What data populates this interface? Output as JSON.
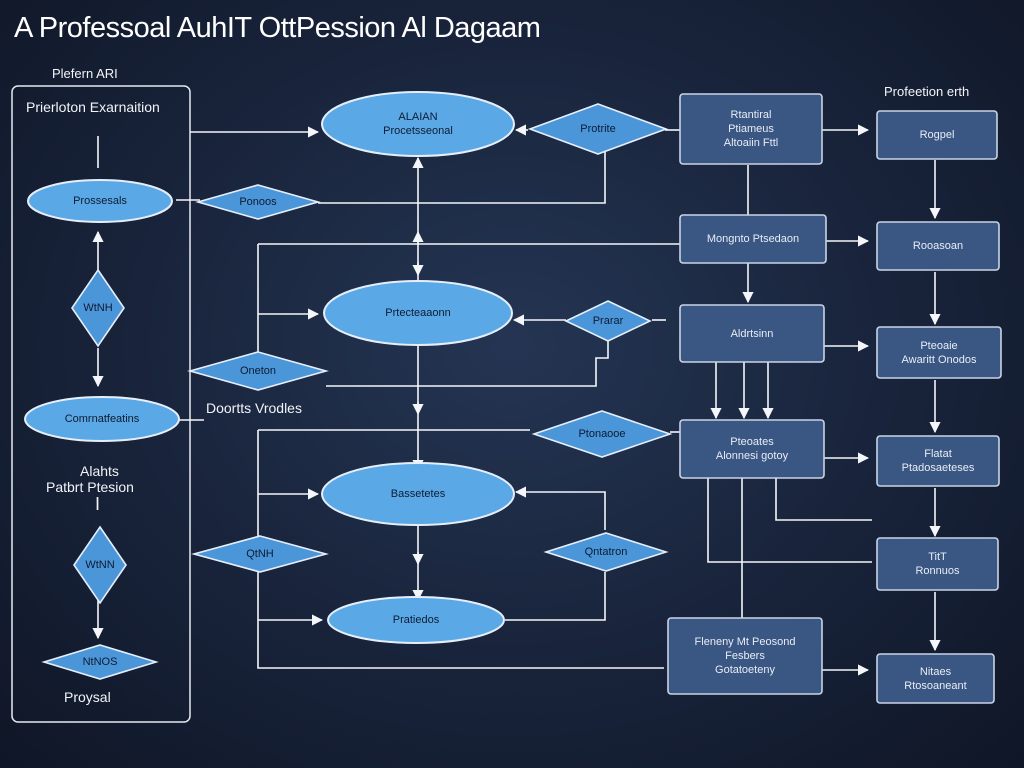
{
  "title": "A Professoal AuhIT OttPession Al Dagaam",
  "labels": {
    "left_panel_top": "Plefern ARI",
    "left_panel_header": "Prierloton Exarnaition",
    "right_top": "Profeetion erth",
    "middle": "Doortts Vrodles",
    "left_middle_a": "Alahts",
    "left_middle_b": "Patbrt Ptesion",
    "left_middle_c": "I",
    "left_bottom": "Proysal"
  },
  "ellipses": [
    {
      "id": "e-left-1",
      "text": "Prossesals"
    },
    {
      "id": "e-left-2",
      "text": "Comrnatfeatins"
    },
    {
      "id": "e-top",
      "text": "ALAIAN\nProcetsseonal"
    },
    {
      "id": "e-mid",
      "text": "Prtecteaaonn"
    },
    {
      "id": "e-low",
      "text": "Bassetetes"
    },
    {
      "id": "e-bottom",
      "text": "Pratiedos"
    }
  ],
  "diamonds": [
    {
      "id": "d-left-1",
      "text": "WtNH"
    },
    {
      "id": "d-left-2",
      "text": "WtNN"
    },
    {
      "id": "d-left-3",
      "text": "NtNOS"
    },
    {
      "id": "d-a",
      "text": "Ponoos"
    },
    {
      "id": "d-b",
      "text": "Oneton"
    },
    {
      "id": "d-c",
      "text": "QtNH"
    },
    {
      "id": "d-top",
      "text": "Protrite"
    },
    {
      "id": "d-mid",
      "text": "Prarar"
    },
    {
      "id": "d-low",
      "text": "Ptonaooe"
    },
    {
      "id": "d-bot",
      "text": "Qntatron"
    }
  ],
  "boxes": [
    {
      "id": "b-1",
      "text": "Rtantiral\nPtiameus\nAltoaiin Fttl"
    },
    {
      "id": "b-2",
      "text": "Mongnto Ptsedaon"
    },
    {
      "id": "b-3",
      "text": "Aldrtsinn"
    },
    {
      "id": "b-4",
      "text": "Pteoates\nAlonnesi gotoy"
    },
    {
      "id": "b-5",
      "text": "Fleneny Mt Peosond\nFesbers\nGotatoeteny"
    },
    {
      "id": "r-1",
      "text": "Rogpel"
    },
    {
      "id": "r-2",
      "text": "Rooasoan"
    },
    {
      "id": "r-3",
      "text": "Pteoaie\nAwaritt Onodos"
    },
    {
      "id": "r-4",
      "text": "Flatat\nPtadosaeteses"
    },
    {
      "id": "r-5",
      "text": "TitT\nRonnuos"
    },
    {
      "id": "r-6",
      "text": "Nitaes\nRtosoaneant"
    }
  ],
  "colors": {
    "ellipse_fill": "#5aa9e6",
    "ellipse_stroke": "#e6eefa",
    "diamond_fill": "#4a96d8",
    "box_fill": "#3a5683",
    "box_stroke": "#c9d4e6",
    "line": "#f4f6fa"
  }
}
